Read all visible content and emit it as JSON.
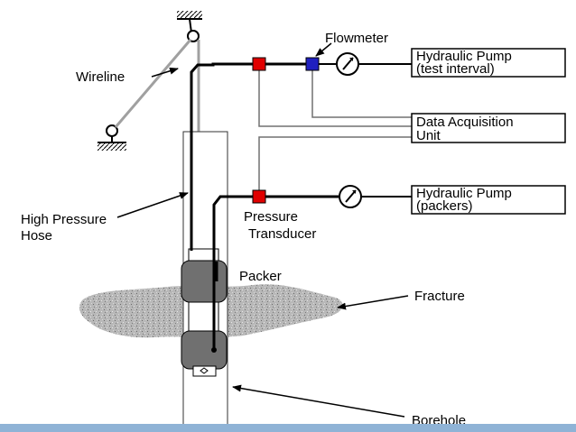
{
  "labels": {
    "flowmeter": "Flowmeter",
    "wireline": "Wireline",
    "high_pressure_hose_line1": "High Pressure",
    "high_pressure_hose_line2": "Hose",
    "pressure_transducer_line1": "Pressure",
    "pressure_transducer_line2": "Transducer",
    "packer": "Packer",
    "fracture": "Fracture",
    "borehole": "Borehole"
  },
  "boxes": {
    "pump_test_line1": "Hydraulic Pump",
    "pump_test_line2": "(test interval)",
    "daq_line1": "Data Acquisition",
    "daq_line2": "Unit",
    "pump_packers_line1": "Hydraulic Pump",
    "pump_packers_line2": "(packers)"
  },
  "colors": {
    "transducer_red": "#e00000",
    "flowmeter_blue": "#2020c0",
    "packer_gray": "#707070",
    "wireline_gray": "#a0a0a0",
    "fracture_gray": "#b4b4b4",
    "bottom_bar": "#8fb3d6"
  }
}
